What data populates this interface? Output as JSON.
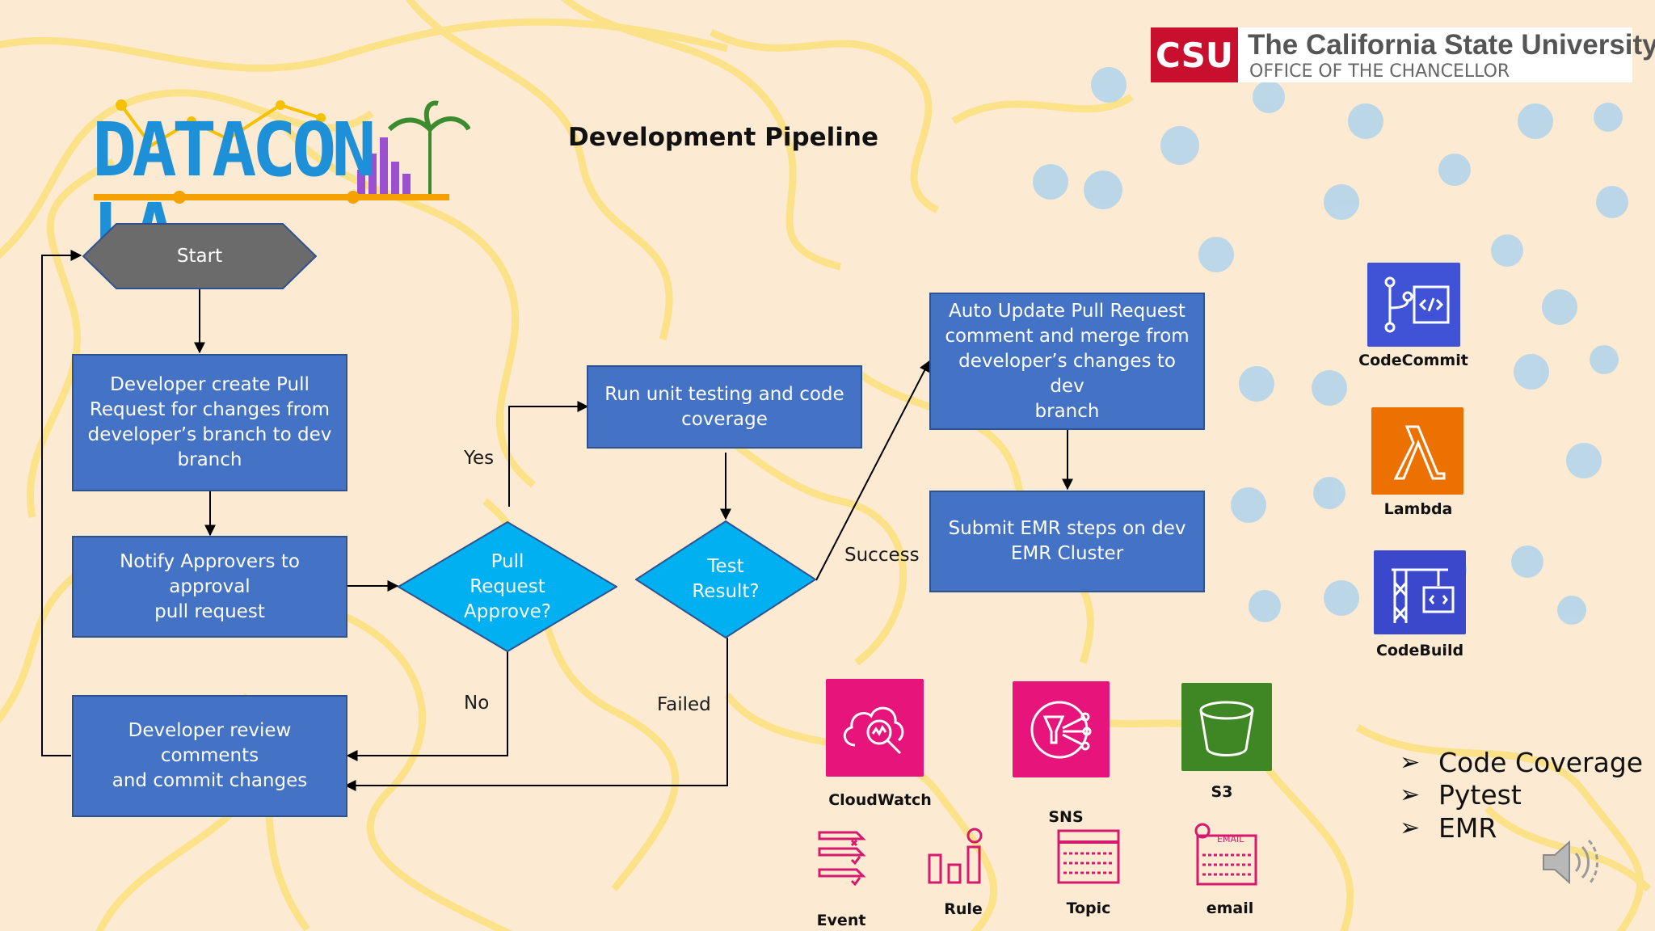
{
  "slide": {
    "title": "Development Pipeline",
    "logo_text": "DATACON LA",
    "org_abbrev": "CSU",
    "org_name": "The California State University",
    "org_sub": "OFFICE OF THE CHANCELLOR"
  },
  "flow": {
    "start": "Start",
    "create_pr": "Developer create Pull\nRequest for changes from\ndeveloper’s branch to dev\nbranch",
    "notify": "Notify Approvers to approval\npull request",
    "review": "Developer review comments\nand commit changes",
    "pr_approve": "Pull\nRequest\nApprove?",
    "unit_test": "Run unit testing and code\ncoverage",
    "test_result": "Test\nResult?",
    "auto_update": "Auto Update Pull Request\ncomment and merge from\ndeveloper’s changes to dev\nbranch",
    "submit_emr": "Submit EMR steps on dev\nEMR Cluster",
    "yes": "Yes",
    "no": "No",
    "failed": "Failed",
    "success": "Success"
  },
  "services": {
    "codecommit": "CodeCommit",
    "lambda": "Lambda",
    "codebuild": "CodeBuild",
    "cloudwatch": "CloudWatch",
    "sns": "SNS",
    "s3": "S3",
    "event": "Event",
    "rule": "Rule",
    "topic": "Topic",
    "email": "email",
    "email_tag": "EMAIL"
  },
  "bullets": [
    "Code Coverage",
    "Pytest",
    "EMR"
  ],
  "colors": {
    "box": "#4472c4",
    "diamond": "#00b0f0",
    "start": "#6b6b6b",
    "codecommit": "#4053d6",
    "lambda": "#ed7100",
    "codebuild": "#3b48cc",
    "cloudwatch": "#e7157b",
    "sns": "#e7157b",
    "s3": "#3f8624"
  }
}
